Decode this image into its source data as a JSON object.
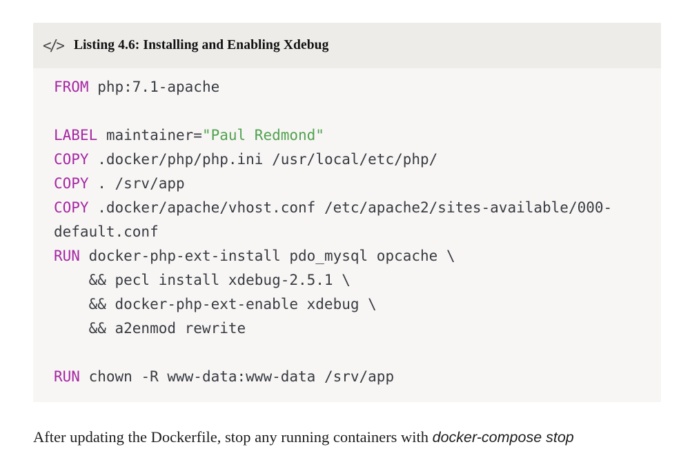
{
  "listing": {
    "icon": "</>",
    "title": "Listing 4.6: Installing and Enabling Xdebug",
    "language": "dockerfile",
    "code_lines": [
      {
        "tokens": [
          {
            "type": "kw",
            "text": "FROM"
          },
          {
            "type": "pl",
            "text": " php:7.1-apache"
          }
        ]
      },
      {
        "tokens": []
      },
      {
        "tokens": [
          {
            "type": "kw",
            "text": "LABEL"
          },
          {
            "type": "pl",
            "text": " maintainer="
          },
          {
            "type": "str",
            "text": "\"Paul Redmond\""
          }
        ]
      },
      {
        "tokens": [
          {
            "type": "kw",
            "text": "COPY"
          },
          {
            "type": "pl",
            "text": " .docker/php/php.ini /usr/local/etc/php/"
          }
        ]
      },
      {
        "tokens": [
          {
            "type": "kw",
            "text": "COPY"
          },
          {
            "type": "pl",
            "text": " . /srv/app"
          }
        ]
      },
      {
        "tokens": [
          {
            "type": "kw",
            "text": "COPY"
          },
          {
            "type": "pl",
            "text": " .docker/apache/vhost.conf /etc/apache2/sites-available/000-"
          }
        ]
      },
      {
        "tokens": [
          {
            "type": "pl",
            "text": "default.conf"
          }
        ]
      },
      {
        "tokens": [
          {
            "type": "kw",
            "text": "RUN"
          },
          {
            "type": "pl",
            "text": " docker-php-ext-install pdo_mysql opcache \\"
          }
        ]
      },
      {
        "tokens": [
          {
            "type": "pl",
            "text": "    && pecl install xdebug-2.5.1 \\"
          }
        ]
      },
      {
        "tokens": [
          {
            "type": "pl",
            "text": "    && docker-php-ext-enable xdebug \\"
          }
        ]
      },
      {
        "tokens": [
          {
            "type": "pl",
            "text": "    && a2enmod rewrite"
          }
        ]
      },
      {
        "tokens": []
      },
      {
        "tokens": [
          {
            "type": "kw",
            "text": "RUN"
          },
          {
            "type": "pl",
            "text": " chown -R www-data:www-data /srv/app"
          }
        ]
      }
    ]
  },
  "paragraph": {
    "text": "After updating the Dockerfile, stop any running containers with ",
    "emphasis": "docker-compose stop"
  },
  "colors": {
    "keyword": "#a626a4",
    "string": "#50a14f",
    "code_text": "#383a42",
    "header_bg": "#edece9",
    "code_bg": "#f7f6f4",
    "icon": "#4a4a4a"
  }
}
